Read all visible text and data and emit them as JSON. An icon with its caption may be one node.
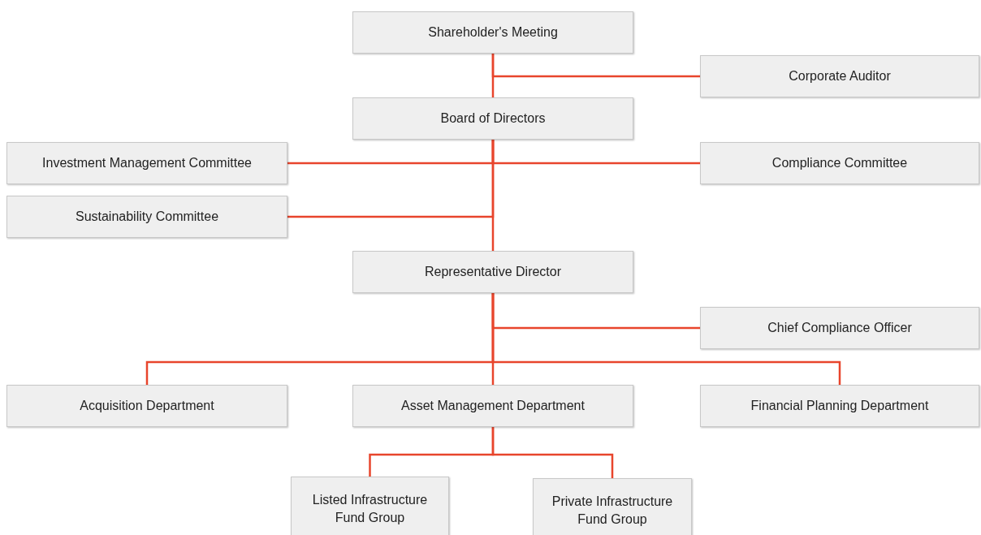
{
  "diagram": {
    "nodes": [
      {
        "text": [
          "Shareholder's Meeting"
        ]
      },
      {
        "text": [
          "Corporate Auditor"
        ]
      },
      {
        "text": [
          "Board of Directors"
        ]
      },
      {
        "text": [
          "Investment Management Committee"
        ]
      },
      {
        "text": [
          "Compliance Committee"
        ]
      },
      {
        "text": [
          "Sustainability Committee"
        ]
      },
      {
        "text": [
          "Representative Director"
        ]
      },
      {
        "text": [
          "Chief Compliance Officer"
        ]
      },
      {
        "text": [
          "Acquisition Department"
        ]
      },
      {
        "text": [
          "Asset Management Department"
        ]
      },
      {
        "text": [
          "Financial Planning Department"
        ]
      },
      {
        "text": [
          "Listed Infrastructure Fund Group"
        ]
      },
      {
        "text": [
          "Private Infrastructure Fund Group"
        ]
      }
    ],
    "edges": [
      {
        "from": 0,
        "to": 2,
        "arrow": "none"
      },
      {
        "from": 0,
        "to": 1,
        "arrow": "none"
      },
      {
        "from": 2,
        "to": 3,
        "arrow": "none"
      },
      {
        "from": 2,
        "to": 4,
        "arrow": "none"
      },
      {
        "from": 2,
        "to": 5,
        "arrow": "none"
      },
      {
        "from": 2,
        "to": 6,
        "arrow": "none"
      },
      {
        "from": 6,
        "to": 7,
        "arrow": "none"
      },
      {
        "from": 6,
        "to": 8,
        "arrow": "none"
      },
      {
        "from": 6,
        "to": 9,
        "arrow": "none"
      },
      {
        "from": 6,
        "to": 10,
        "arrow": "none"
      },
      {
        "from": 9,
        "to": 11,
        "arrow": "none"
      },
      {
        "from": 9,
        "to": 12,
        "arrow": "none"
      }
    ]
  }
}
